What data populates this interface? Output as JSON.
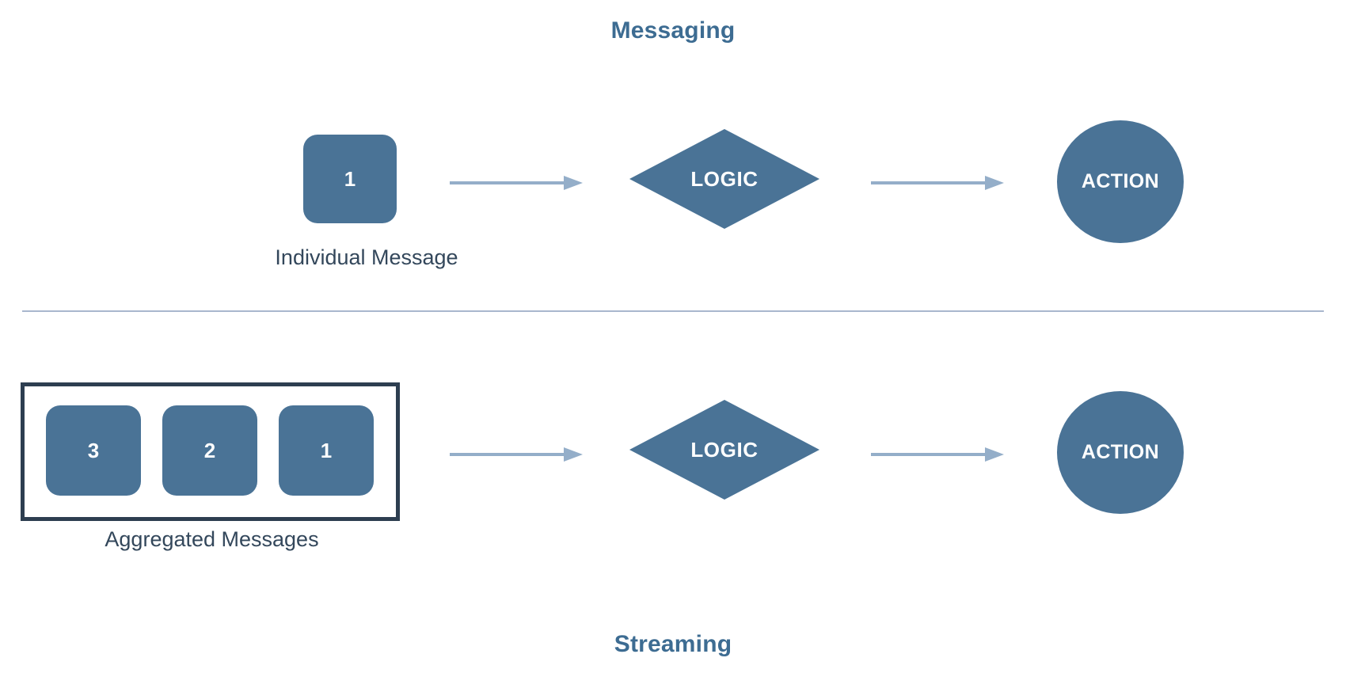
{
  "diagram": {
    "background_color": "#ffffff",
    "shape_fill_color": "#4a7396",
    "title_color": "#3d6c92",
    "caption_color": "#33475b",
    "arrow_color": "#94aec9",
    "group_border_color": "#2d3e50",
    "divider_color": "#a9b7cd"
  },
  "titles": {
    "top": "Messaging",
    "bottom": "Streaming"
  },
  "rows": [
    {
      "id": "messaging",
      "caption": "Individual Message",
      "messages": [
        {
          "label": "1"
        }
      ],
      "grouped": false,
      "logic_label": "LOGIC",
      "action_label": "ACTION",
      "arrows": [
        {
          "name": "message-to-logic"
        },
        {
          "name": "logic-to-action"
        }
      ]
    },
    {
      "id": "streaming",
      "caption": "Aggregated Messages",
      "messages": [
        {
          "label": "3"
        },
        {
          "label": "2"
        },
        {
          "label": "1"
        }
      ],
      "grouped": true,
      "logic_label": "LOGIC",
      "action_label": "ACTION",
      "arrows": [
        {
          "name": "messages-to-logic"
        },
        {
          "name": "logic-to-action"
        }
      ]
    }
  ]
}
